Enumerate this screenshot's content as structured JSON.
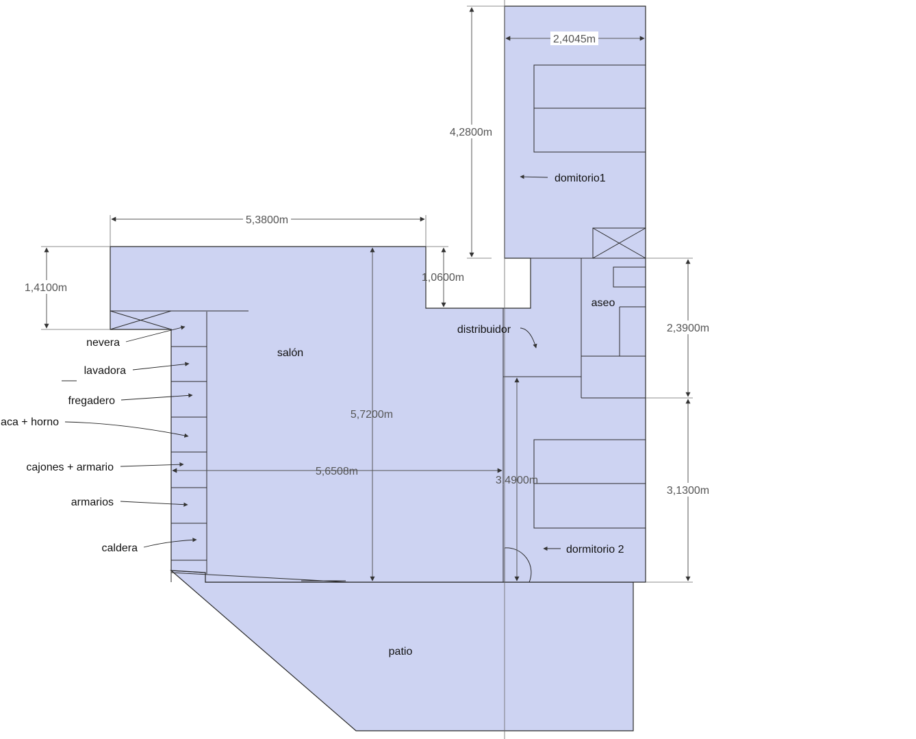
{
  "colors": {
    "room_fill": "#cdd3f2",
    "wall": "#2a2a2a",
    "dimension": "#555555",
    "text": "#111111"
  },
  "rooms": {
    "domitorio1": "domitorio1",
    "salon": "salón",
    "distribuidor": "distribuidor",
    "aseo": "aseo",
    "dormitorio2": "dormitorio 2",
    "patio": "patio"
  },
  "kitchen": {
    "nevera": "nevera",
    "lavadora": "lavadora",
    "fregadero": "fregadero",
    "placa_horno": "placa + horno",
    "cajones_armario": "cajones + armario",
    "armarios": "armarios",
    "caldera": "caldera"
  },
  "dimensions": {
    "d_2_4045": "2,4045m",
    "d_4_2800": "4,2800m",
    "d_5_3800": "5,3800m",
    "d_1_4100": "1,4100m",
    "d_1_0600": "1,0600m",
    "d_2_3900": "2,3900m",
    "d_5_7200": "5,7200m",
    "d_5_6508": "5,6508m",
    "d_3_4900": "3,4900m",
    "d_3_1300": "3,1300m"
  }
}
